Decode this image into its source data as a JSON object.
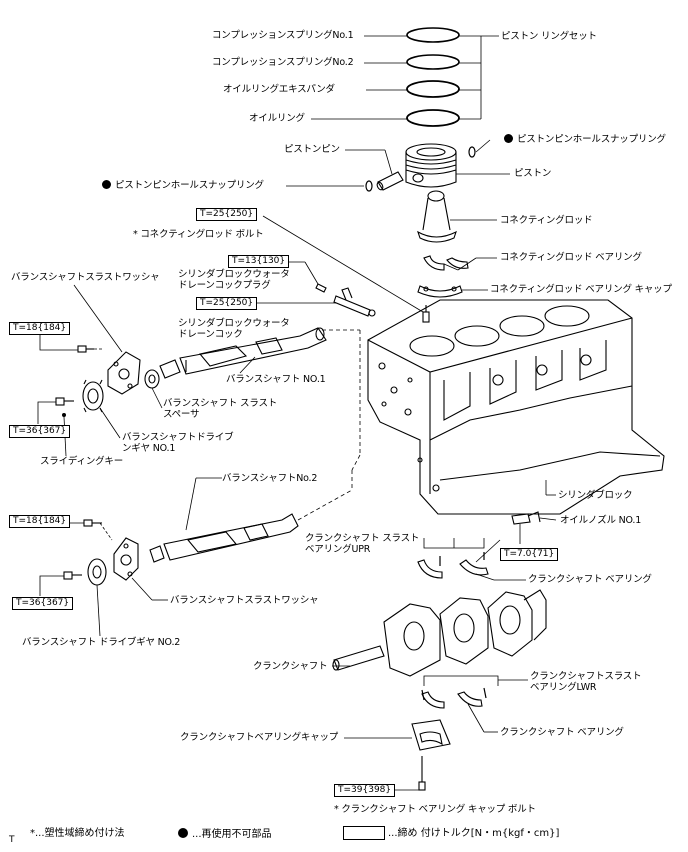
{
  "labels": {
    "compression_ring_1": "コンプレッションスプリングNo.1",
    "compression_ring_2": "コンプレッションスプリングNo.2",
    "oil_ring_expander": "オイルリングエキスパンダ",
    "oil_ring": "オイルリング",
    "piston_ring_set": "ピストン リングセット",
    "piston_pin_snap_ring_right": "ピストンピンホールスナップリング",
    "piston_pin": "ピストンピン",
    "piston_pin_snap_ring_left": "ピストンピンホールスナップリング",
    "piston": "ピストン",
    "connecting_rod": "コネクティングロッド",
    "connecting_rod_bolt": "* コネクティングロッド ボルト",
    "connecting_rod_bearing": "コネクティングロッド ベアリング",
    "connecting_rod_bearing_cap": "コネクティングロッド ベアリング キャップ",
    "drain_cock_plug_1": "シリンダブロックウォータ",
    "drain_cock_plug_2": "ドレーンコックプラグ",
    "drain_cock_1": "シリンダブロックウォータ",
    "drain_cock_2": "ドレーンコック",
    "balance_shaft_thrust_washer_top": "バランスシャフトスラストワッシャ",
    "balance_shaft_no1": "バランスシャフト NO.1",
    "thrust_spacer_1": "バランスシャフト スラスト",
    "thrust_spacer_2": "スペーサ",
    "drive_gear_no1_1": "バランスシャフトドライブ",
    "drive_gear_no1_2": "ンギヤ NO.1",
    "sliding_key": "スライディングキー",
    "balance_shaft_no2": "バランスシャフトNo.2",
    "cylinder_block": "シリンダブロック",
    "oil_nozzle": "オイルノズル NO.1",
    "crank_thrust_upr_1": "クランクシャフト スラスト",
    "crank_thrust_upr_2": "ベアリングUPR",
    "crank_bearing_upper": "クランクシャフト ベアリング",
    "balance_shaft_thrust_washer_bottom": "バランスシャフトスラストワッシャ",
    "drive_gear_no2": "バランスシャフト ドライブギヤ NO.2",
    "crankshaft": "クランクシャフト",
    "crank_thrust_lwr_1": "クランクシャフトスラスト",
    "crank_thrust_lwr_2": "ベアリングLWR",
    "crank_bearing_cap": "クランクシャフトベアリングキャップ",
    "crank_bearing_lower": "クランクシャフト ベアリング",
    "crank_cap_bolt": "* クランクシャフト ベアリング キャップ ボルト"
  },
  "torques": {
    "conrod_bolt": "T=25{250}",
    "drain_plug": "T=13{130}",
    "drain_cock": "T=25{250}",
    "bs1_bolt_top": "T=18{184}",
    "bs1_gear_bolt": "T=36{367}",
    "bs2_bolt_top": "T=18{184}",
    "bs2_gear_bolt": "T=36{367}",
    "oil_nozzle": "T=7.0{71}",
    "crank_cap_bolt": "T=39{398}"
  },
  "legend": {
    "marker": "T",
    "plastic": "*...塑性域締め付け法",
    "non_reusable": "...再使用不可部品",
    "torque": "...締め 付けトルク[N・m{kgf・cm}]"
  }
}
